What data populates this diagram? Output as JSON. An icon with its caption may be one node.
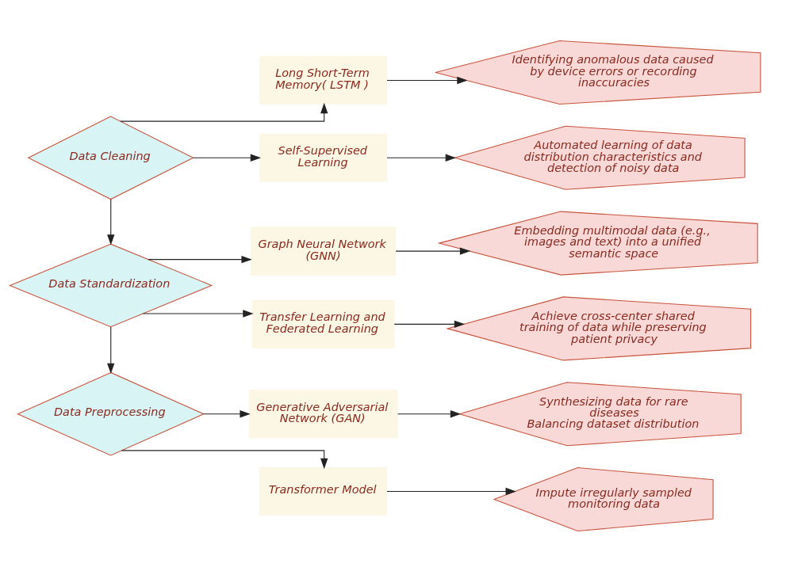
{
  "diagram": {
    "nodes": [
      {
        "text": [
          "Data Cleaning"
        ]
      },
      {
        "text": [
          "Long Short-Term Memory( LSTM )"
        ]
      },
      {
        "text": [
          "Self-Supervised Learning"
        ]
      },
      {
        "text": [
          "Identifying anomalous data caused by device errors or recording inaccuracies"
        ]
      },
      {
        "text": [
          "Automated learning of data distribution characteristics and detection of noisy data"
        ]
      },
      {
        "text": [
          "Data Standardization"
        ]
      },
      {
        "text": [
          "Graph Neural Network (GNN)"
        ]
      },
      {
        "text": [
          "Transfer Learning and Federated Learning"
        ]
      },
      {
        "text": [
          "Embedding multimodal data (e.g., images and text) into a unified semantic space"
        ]
      },
      {
        "text": [
          "Achieve cross-center shared training of data while preserving patient privacy"
        ]
      },
      {
        "text": [
          "Data Preprocessing"
        ]
      },
      {
        "text": [
          "Generative Adversarial Network (GAN)"
        ]
      },
      {
        "text": [
          "Transformer Model"
        ]
      },
      {
        "text": [
          "Synthesizing data for rare diseases",
          "Balancing dataset distribution"
        ]
      },
      {
        "text": [
          "Impute irregularly sampled monitoring data"
        ]
      }
    ],
    "edges": [
      {
        "from": 0,
        "to": 1,
        "arrow": "to"
      },
      {
        "from": 0,
        "to": 2,
        "arrow": "to"
      },
      {
        "from": 1,
        "to": 3,
        "arrow": "to"
      },
      {
        "from": 2,
        "to": 4,
        "arrow": "to"
      },
      {
        "from": 0,
        "to": 5,
        "arrow": "to"
      },
      {
        "from": 5,
        "to": 6,
        "arrow": "to"
      },
      {
        "from": 5,
        "to": 7,
        "arrow": "to"
      },
      {
        "from": 6,
        "to": 8,
        "arrow": "to"
      },
      {
        "from": 7,
        "to": 9,
        "arrow": "to"
      },
      {
        "from": 5,
        "to": 10,
        "arrow": "to"
      },
      {
        "from": 10,
        "to": 11,
        "arrow": "to"
      },
      {
        "from": 10,
        "to": 12,
        "arrow": "to"
      },
      {
        "from": 11,
        "to": 13,
        "arrow": "to"
      },
      {
        "from": 12,
        "to": 14,
        "arrow": "to"
      }
    ]
  }
}
